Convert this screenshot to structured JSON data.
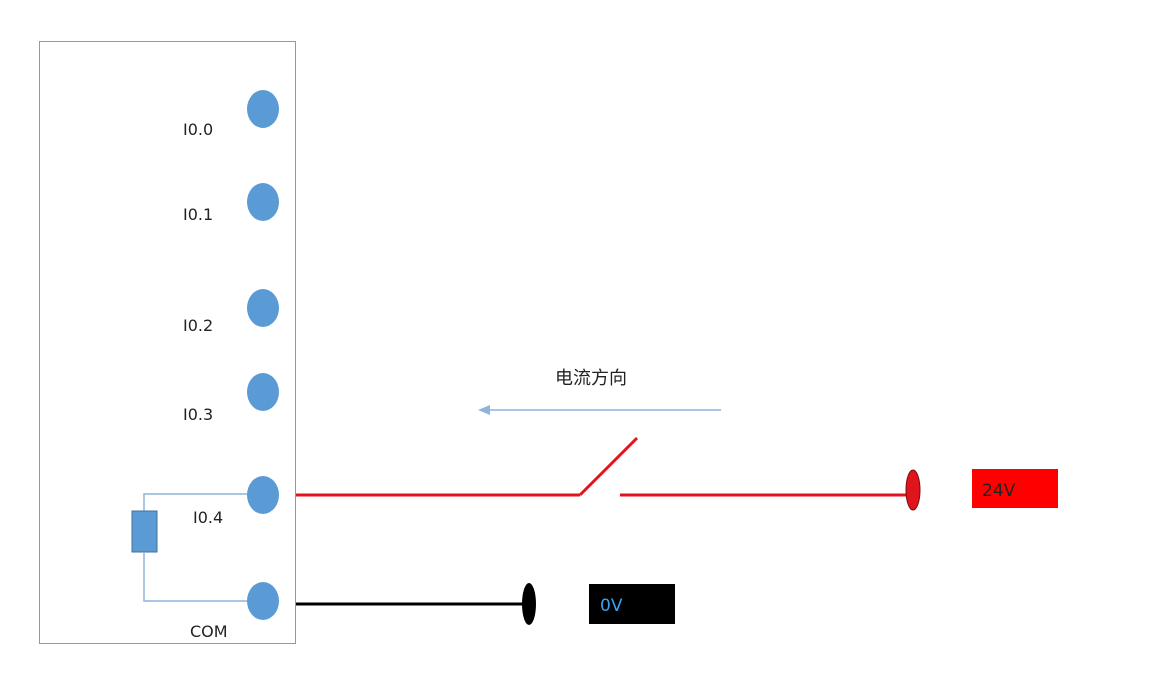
{
  "terminals": [
    {
      "label": "I0.0"
    },
    {
      "label": "I0.1"
    },
    {
      "label": "I0.2"
    },
    {
      "label": "I0.3"
    },
    {
      "label": "I0.4"
    },
    {
      "label": "COM"
    }
  ],
  "current_direction": {
    "label": "电流方向"
  },
  "supply_positive": {
    "label": "24V"
  },
  "supply_negative": {
    "label": "0V"
  },
  "colors": {
    "module_border": "#7f9fbf",
    "terminal_fill": "#5b9bd5",
    "positive_wire": "#e0141c",
    "negative_wire": "#000000",
    "positive_badge": "#ff0000",
    "negative_badge": "#000000",
    "negative_badge_text": "#3ba0f0",
    "arrow": "#8fb4dc",
    "internal_wire": "#8fb4dc",
    "resistor_fill": "#5b9bd5"
  }
}
